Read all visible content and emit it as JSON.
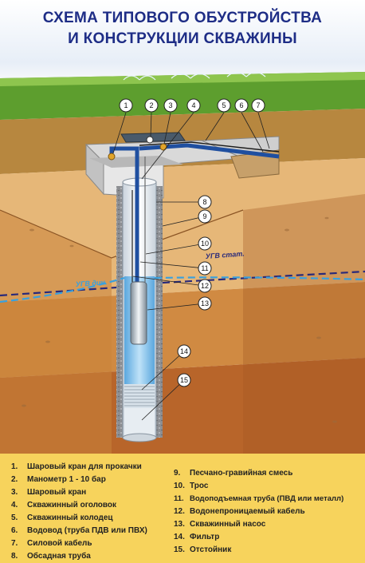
{
  "title": {
    "line1": "СХЕМА ТИПОВОГО ОБУСТРОЙСТВА",
    "line2": "И КОНСТРУКЦИИ СКВАЖИНЫ"
  },
  "levels": {
    "static": "УГВ стат.",
    "dynamic": "УГВ дин."
  },
  "callouts": [
    "1",
    "2",
    "3",
    "4",
    "5",
    "6",
    "7",
    "8",
    "9",
    "10",
    "11",
    "12",
    "13",
    "14",
    "15"
  ],
  "legend": {
    "left": [
      {
        "num": "1.",
        "text": "Шаровый кран для прокачки"
      },
      {
        "num": "2.",
        "text": "Манометр 1 - 10 бар"
      },
      {
        "num": "3.",
        "text": "Шаровый кран"
      },
      {
        "num": "4.",
        "text": "Скважинный оголовок"
      },
      {
        "num": "5.",
        "text": "Скважинный колодец"
      },
      {
        "num": "6.",
        "text": "Водовод (труба ПДВ или ПВХ)"
      },
      {
        "num": "7.",
        "text": "Силовой кабель"
      },
      {
        "num": "8.",
        "text": "Обсадная труба"
      }
    ],
    "right": [
      {
        "num": "9.",
        "text": "Песчано-гравийная смесь"
      },
      {
        "num": "10.",
        "text": "Трос"
      },
      {
        "num": "11.",
        "text": "Водоподъемная труба (ПВД или металл)"
      },
      {
        "num": "12.",
        "text": "Водонепроницаемый кабель"
      },
      {
        "num": "13.",
        "text": "Скважинный насос"
      },
      {
        "num": "14.",
        "text": "Фильтр"
      },
      {
        "num": "15.",
        "text": "Отстойник"
      }
    ]
  },
  "colors": {
    "title": "#1e2d86",
    "sky": "#dfe8f2",
    "grass": "#5d9e2e",
    "soil_light": "#e6b778",
    "soil_mid": "#d08a42",
    "soil_dark": "#b8652a",
    "water": "#8ec8ee",
    "casing": "#eef2f5",
    "pipe": "#1f4fa0",
    "legend_bg": "#f7d35c",
    "static_level": "#2a2a7a",
    "dynamic_level": "#3aa0dd"
  }
}
